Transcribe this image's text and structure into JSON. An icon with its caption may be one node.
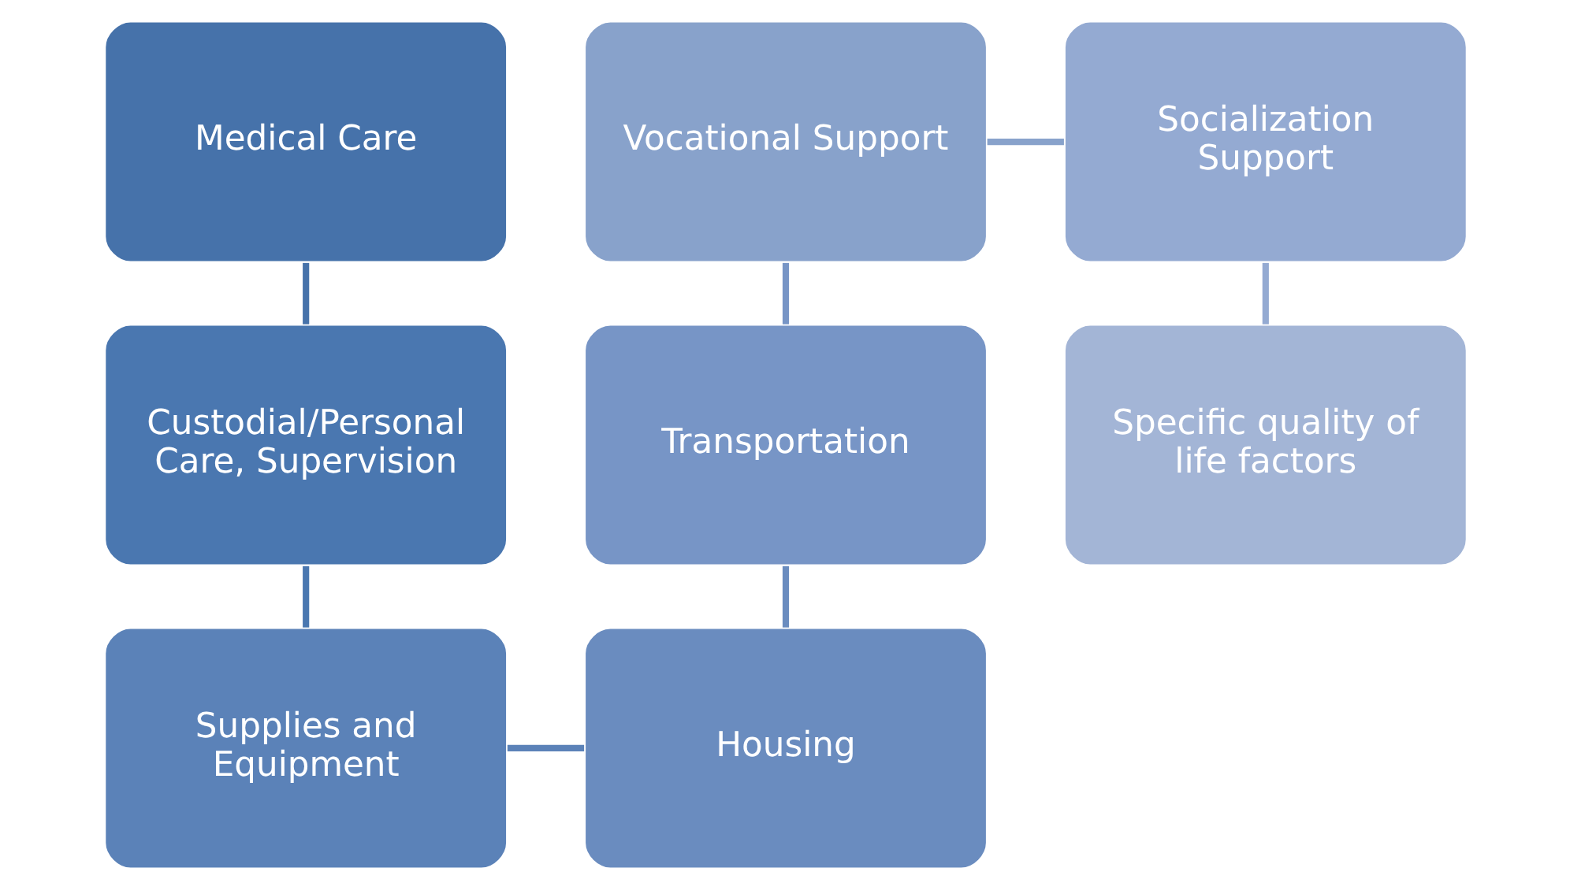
{
  "diagram": {
    "nodes": [
      {
        "text": [
          "Medical Care"
        ]
      },
      {
        "text": [
          "Custodial/Personal Care, Supervision"
        ]
      },
      {
        "text": [
          "Supplies and Equipment"
        ]
      },
      {
        "text": [
          "Housing"
        ]
      },
      {
        "text": [
          "Transportation"
        ]
      },
      {
        "text": [
          "Vocational Support"
        ]
      },
      {
        "text": [
          "Socialization Support"
        ]
      },
      {
        "text": [
          "Specific quality of life factors"
        ]
      }
    ],
    "edges": [
      {
        "from": 0,
        "to": 1,
        "arrow": "none"
      },
      {
        "from": 1,
        "to": 2,
        "arrow": "none"
      },
      {
        "from": 2,
        "to": 3,
        "arrow": "none"
      },
      {
        "from": 3,
        "to": 4,
        "arrow": "none"
      },
      {
        "from": 4,
        "to": 5,
        "arrow": "none"
      },
      {
        "from": 5,
        "to": 6,
        "arrow": "none"
      },
      {
        "from": 6,
        "to": 7,
        "arrow": "none"
      }
    ]
  }
}
